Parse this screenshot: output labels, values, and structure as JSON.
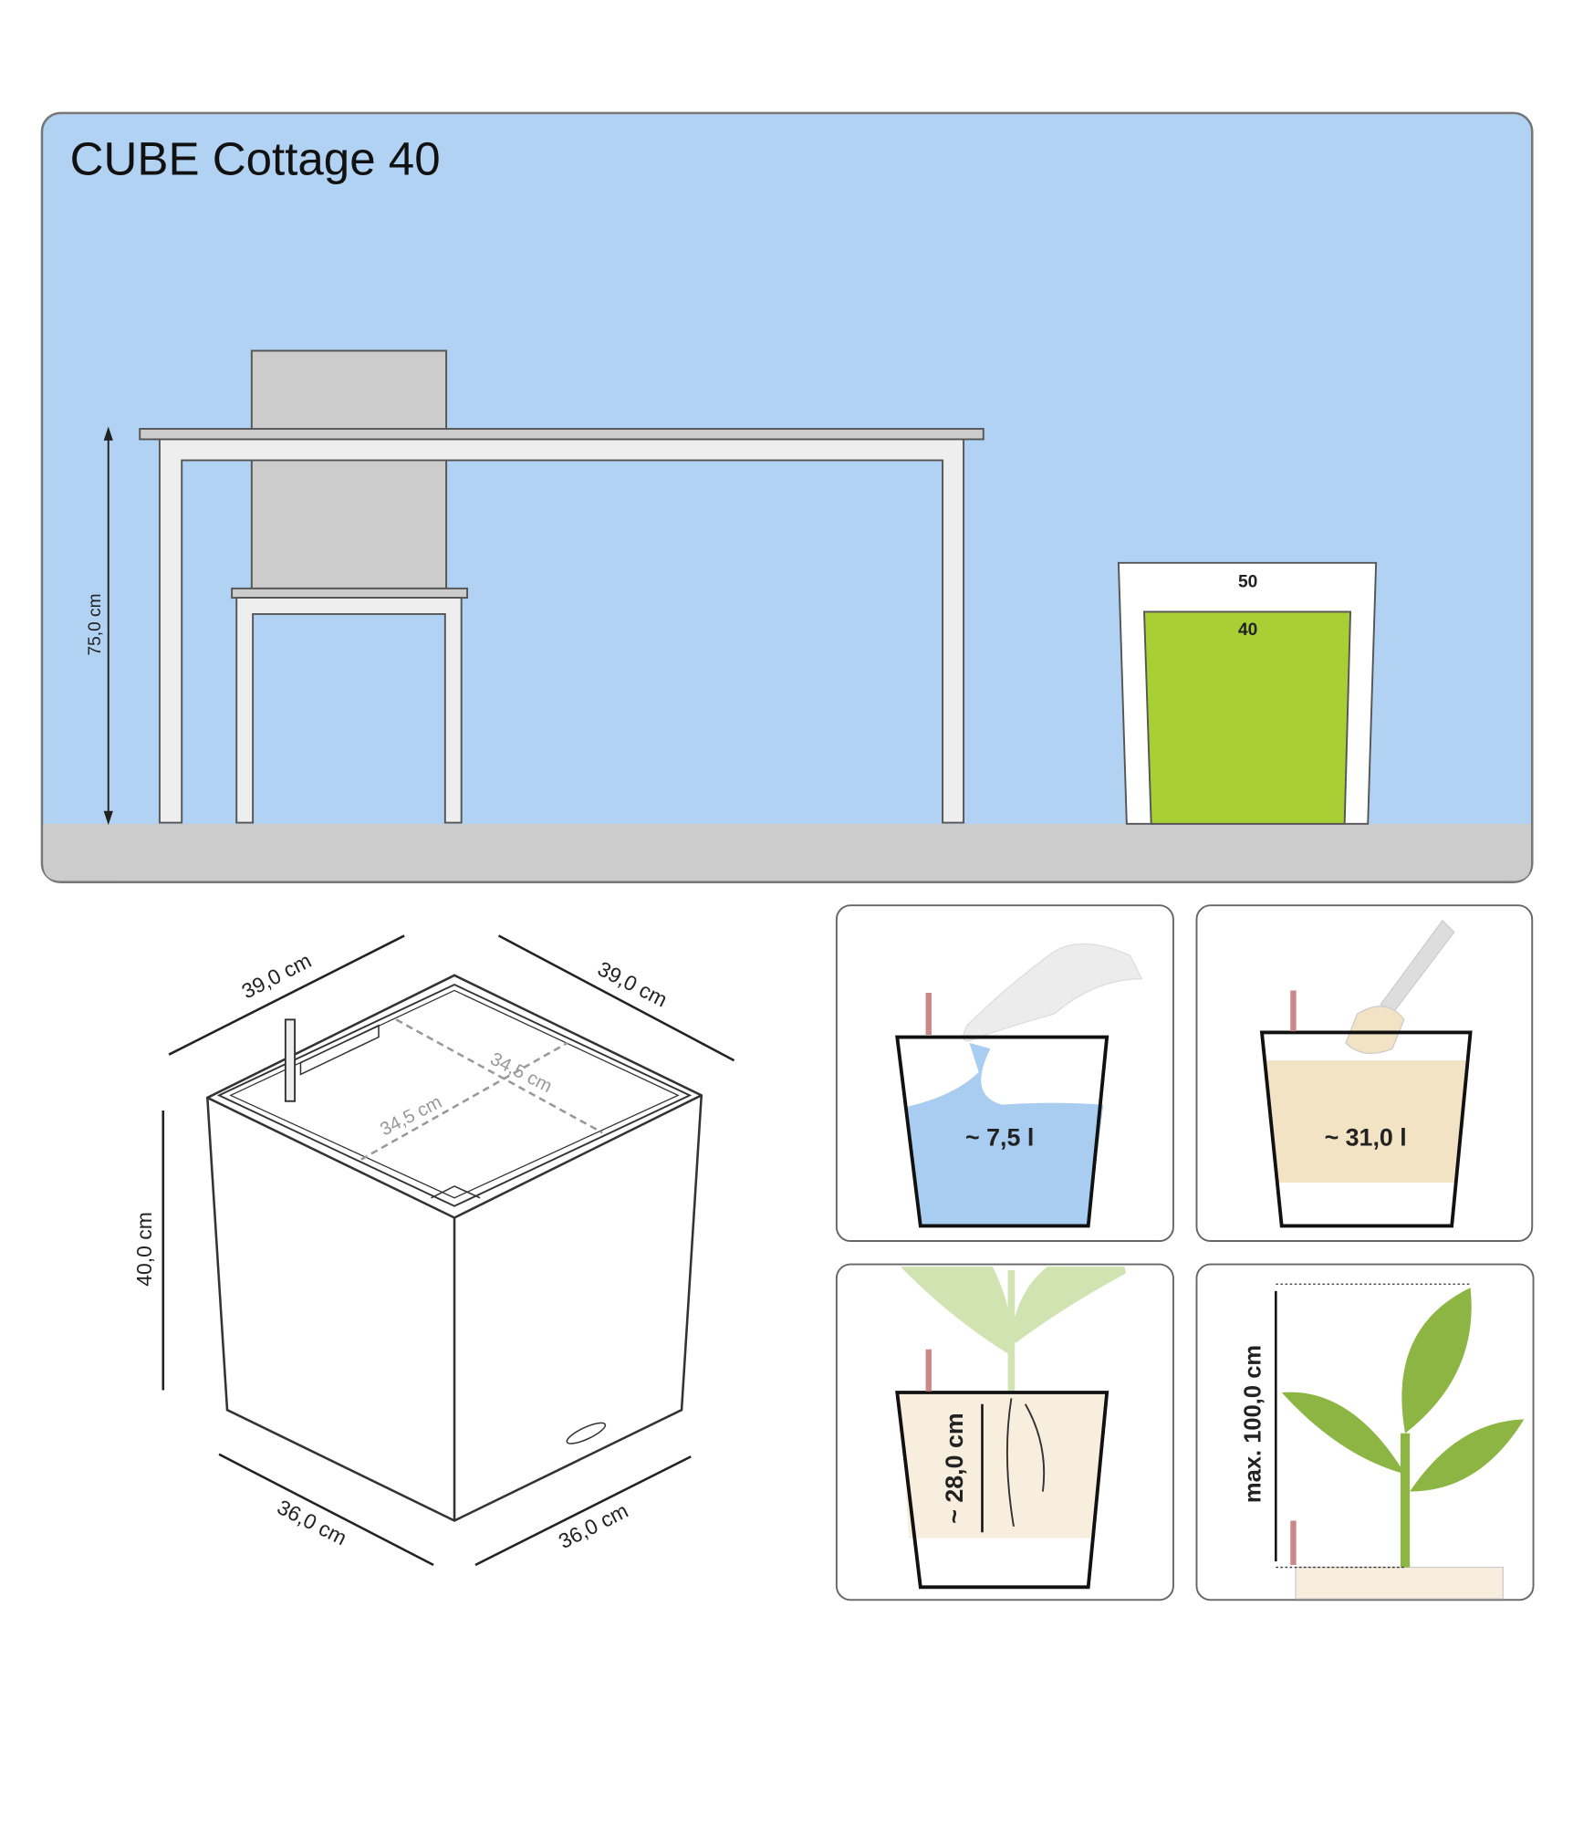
{
  "title": "CUBE Cottage 40",
  "scene": {
    "table_height_label": "75,0 cm",
    "planter_outer_label": "50",
    "planter_inner_label": "40"
  },
  "cube": {
    "top_left_width": "39,0 cm",
    "top_right_width": "39,0 cm",
    "height": "40,0 cm",
    "bottom_left_width": "36,0 cm",
    "bottom_right_width": "36,0 cm",
    "inner_left": "34,5 cm",
    "inner_right": "34,5 cm"
  },
  "panels": {
    "water_volume": "~ 7,5 l",
    "soil_volume": "~ 31,0 l",
    "root_depth": "~ 28,0 cm",
    "max_plant_height": "max. 100,0 cm"
  },
  "colors": {
    "sky": "#b1d2f2",
    "ground": "#cccccc",
    "planter_green": "#a8cf34",
    "water": "#a9cdf0",
    "soil": "#f2e3c4",
    "leaf": "#8db543"
  }
}
